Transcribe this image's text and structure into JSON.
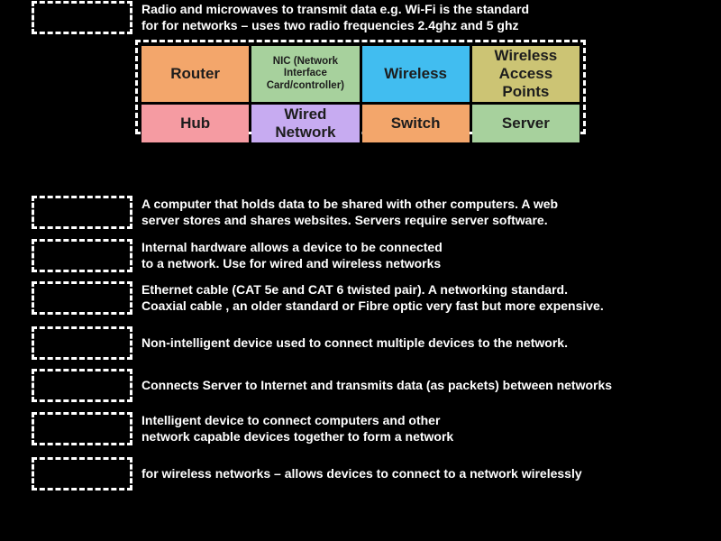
{
  "colors": {
    "background": "#000000",
    "panel_border": "#ffffff",
    "dropzone_border": "#ffffff",
    "tile_text": "#1d1d1d",
    "definition_text": "#ffffff"
  },
  "tiles": [
    {
      "label": "Router",
      "color": "#f3a66b"
    },
    {
      "label": "NIC (Network Interface Card/controller)",
      "color": "#a7d19d"
    },
    {
      "label": "Wireless",
      "color": "#41bdf0"
    },
    {
      "label": "Wireless Access Points",
      "color": "#ccc474"
    },
    {
      "label": "Hub",
      "color": "#f59ba2"
    },
    {
      "label": "Wired Network",
      "color": "#c7abf1"
    },
    {
      "label": "Switch",
      "color": "#f3a66b"
    },
    {
      "label": "Server",
      "color": "#a7d19d"
    }
  ],
  "definitions": [
    {
      "lines": [
        "A computer that holds data to be shared with other computers. A web",
        "server stores and shares websites. Servers require server software."
      ]
    },
    {
      "lines": [
        "Internal hardware allows a device to be connected",
        "to a network. Use for wired and wireless networks"
      ]
    },
    {
      "lines": [
        "Ethernet cable (CAT 5e and CAT 6 twisted pair). A networking standard.",
        "Coaxial cable , an older standard or Fibre optic very fast but more expensive."
      ]
    },
    {
      "lines": [
        "Non-intelligent device used to connect multiple devices to the network."
      ]
    },
    {
      "lines": [
        "Connects Server to Internet and transmits data (as packets) between networks"
      ]
    },
    {
      "lines": [
        "Intelligent device to connect computers and other",
        "network capable devices together to form a network"
      ]
    },
    {
      "lines": [
        "for wireless networks – allows devices to connect to a network wirelessly"
      ]
    },
    {
      "lines": [
        "Radio and microwaves to transmit data e.g. Wi-Fi is the standard",
        "for for networks – uses two radio frequencies 2.4ghz and 5 ghz"
      ]
    }
  ]
}
